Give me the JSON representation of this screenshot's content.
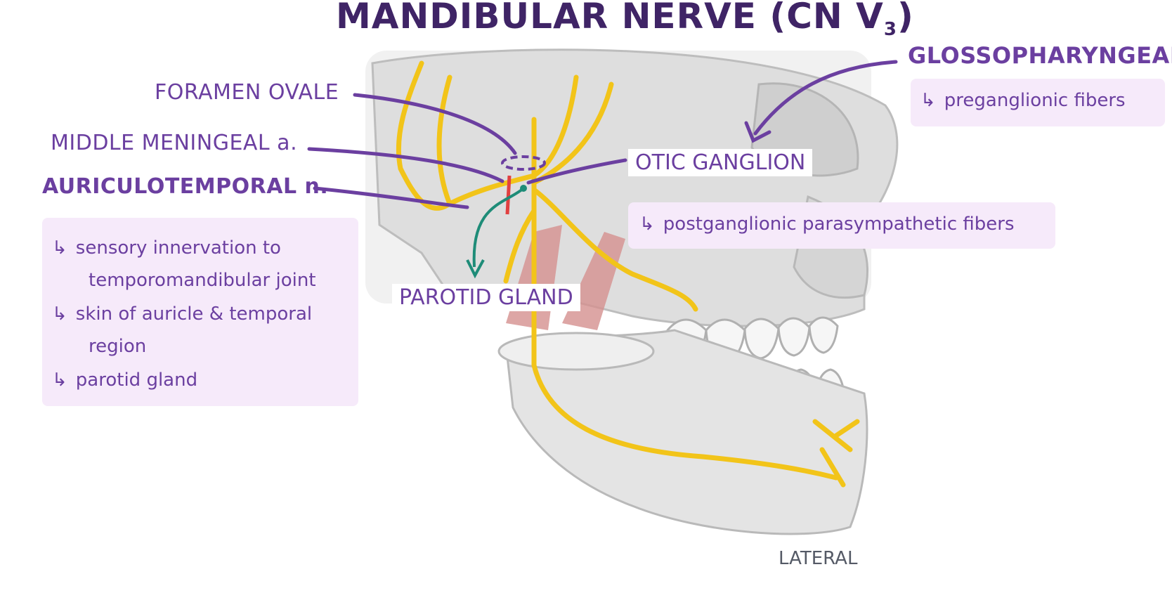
{
  "title": {
    "main": "MANDIBULAR NERVE (CN V",
    "subscript": "3",
    "close": ")"
  },
  "labels": {
    "foramen_ovale": "FORAMEN OVALE",
    "middle_meningeal": "MIDDLE MENINGEAL a.",
    "auriculotemporal": "AURICULOTEMPORAL n.",
    "otic_ganglion": "OTIC GANGLION",
    "parotid_gland": "PAROTID GLAND",
    "glossopharyngeal": "GLOSSOPHARYNGEAL n.",
    "lateral": "LATERAL"
  },
  "notes": {
    "auriculotemporal": [
      "sensory innervation to",
      "temporomandibular joint",
      "skin of auricle & temporal",
      "region",
      "parotid gland"
    ],
    "glossopharyngeal": "preganglionic fibers",
    "otic_ganglion": "postganglionic parasympathetic fibers"
  },
  "colors": {
    "title": "#3f2466",
    "label": "#6b3fa0",
    "note_bg": "#f6eafa",
    "nerve": "#f2c419",
    "skull": "#dcdcdc",
    "muscle": "#c97a7a",
    "parasympathetic_arrow": "#1e8c78"
  },
  "icons": {
    "note_arrow": "return-arrow-icon"
  }
}
